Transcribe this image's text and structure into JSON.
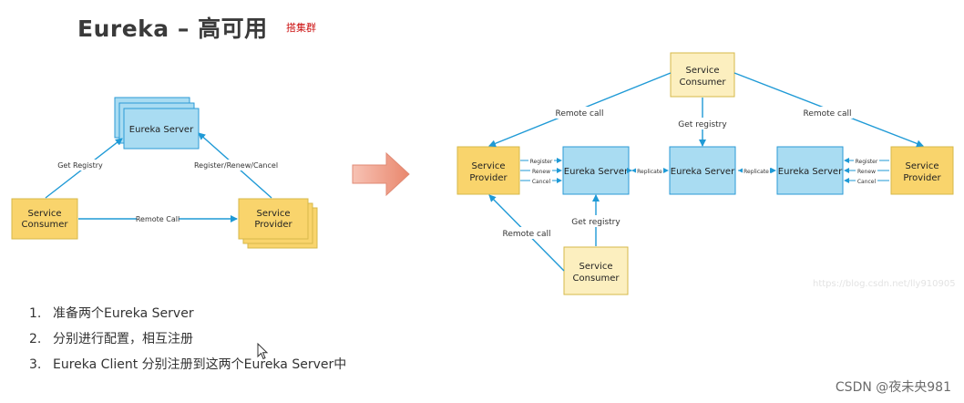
{
  "title": "Eureka – 高可用",
  "tag": "搭集群",
  "colors": {
    "server_fill": "#a9dcf2",
    "server_stroke": "#2a9ad6",
    "provider_fill": "#f9d46c",
    "consumer_fill": "#fcefbf",
    "node_stroke": "#d6b84a",
    "connector": "#1f9ad6",
    "arrow_fill": "#f0a08c"
  },
  "left_diagram": {
    "server_label": "Eureka Server",
    "consumer_label": [
      "Service",
      "Consumer"
    ],
    "provider_label": [
      "Service",
      "Provider"
    ],
    "edge_get_registry": "Get Registry",
    "edge_register": "Register/Renew/Cancel",
    "edge_remote_call": "Remote Call"
  },
  "right_diagram": {
    "top_consumer": [
      "Service",
      "Consumer"
    ],
    "bottom_consumer": [
      "Service",
      "Consumer"
    ],
    "left_provider": [
      "Service",
      "Provider"
    ],
    "right_provider": [
      "Service",
      "Provider"
    ],
    "server_label": "Eureka Server",
    "remote_call": "Remote call",
    "get_registry": "Get registry",
    "replicate": "Replicate",
    "register": "Register",
    "renew": "Renew",
    "cancel": "Cancel"
  },
  "steps": [
    {
      "num": "1.",
      "text": "准备两个Eureka Server"
    },
    {
      "num": "2.",
      "text": "分别进行配置，相互注册"
    },
    {
      "num": "3.",
      "text": "Eureka Client 分别注册到这两个Eureka Server中"
    }
  ],
  "watermark": "https://blog.csdn.net/lly910905",
  "footer": "CSDN @夜未央981"
}
